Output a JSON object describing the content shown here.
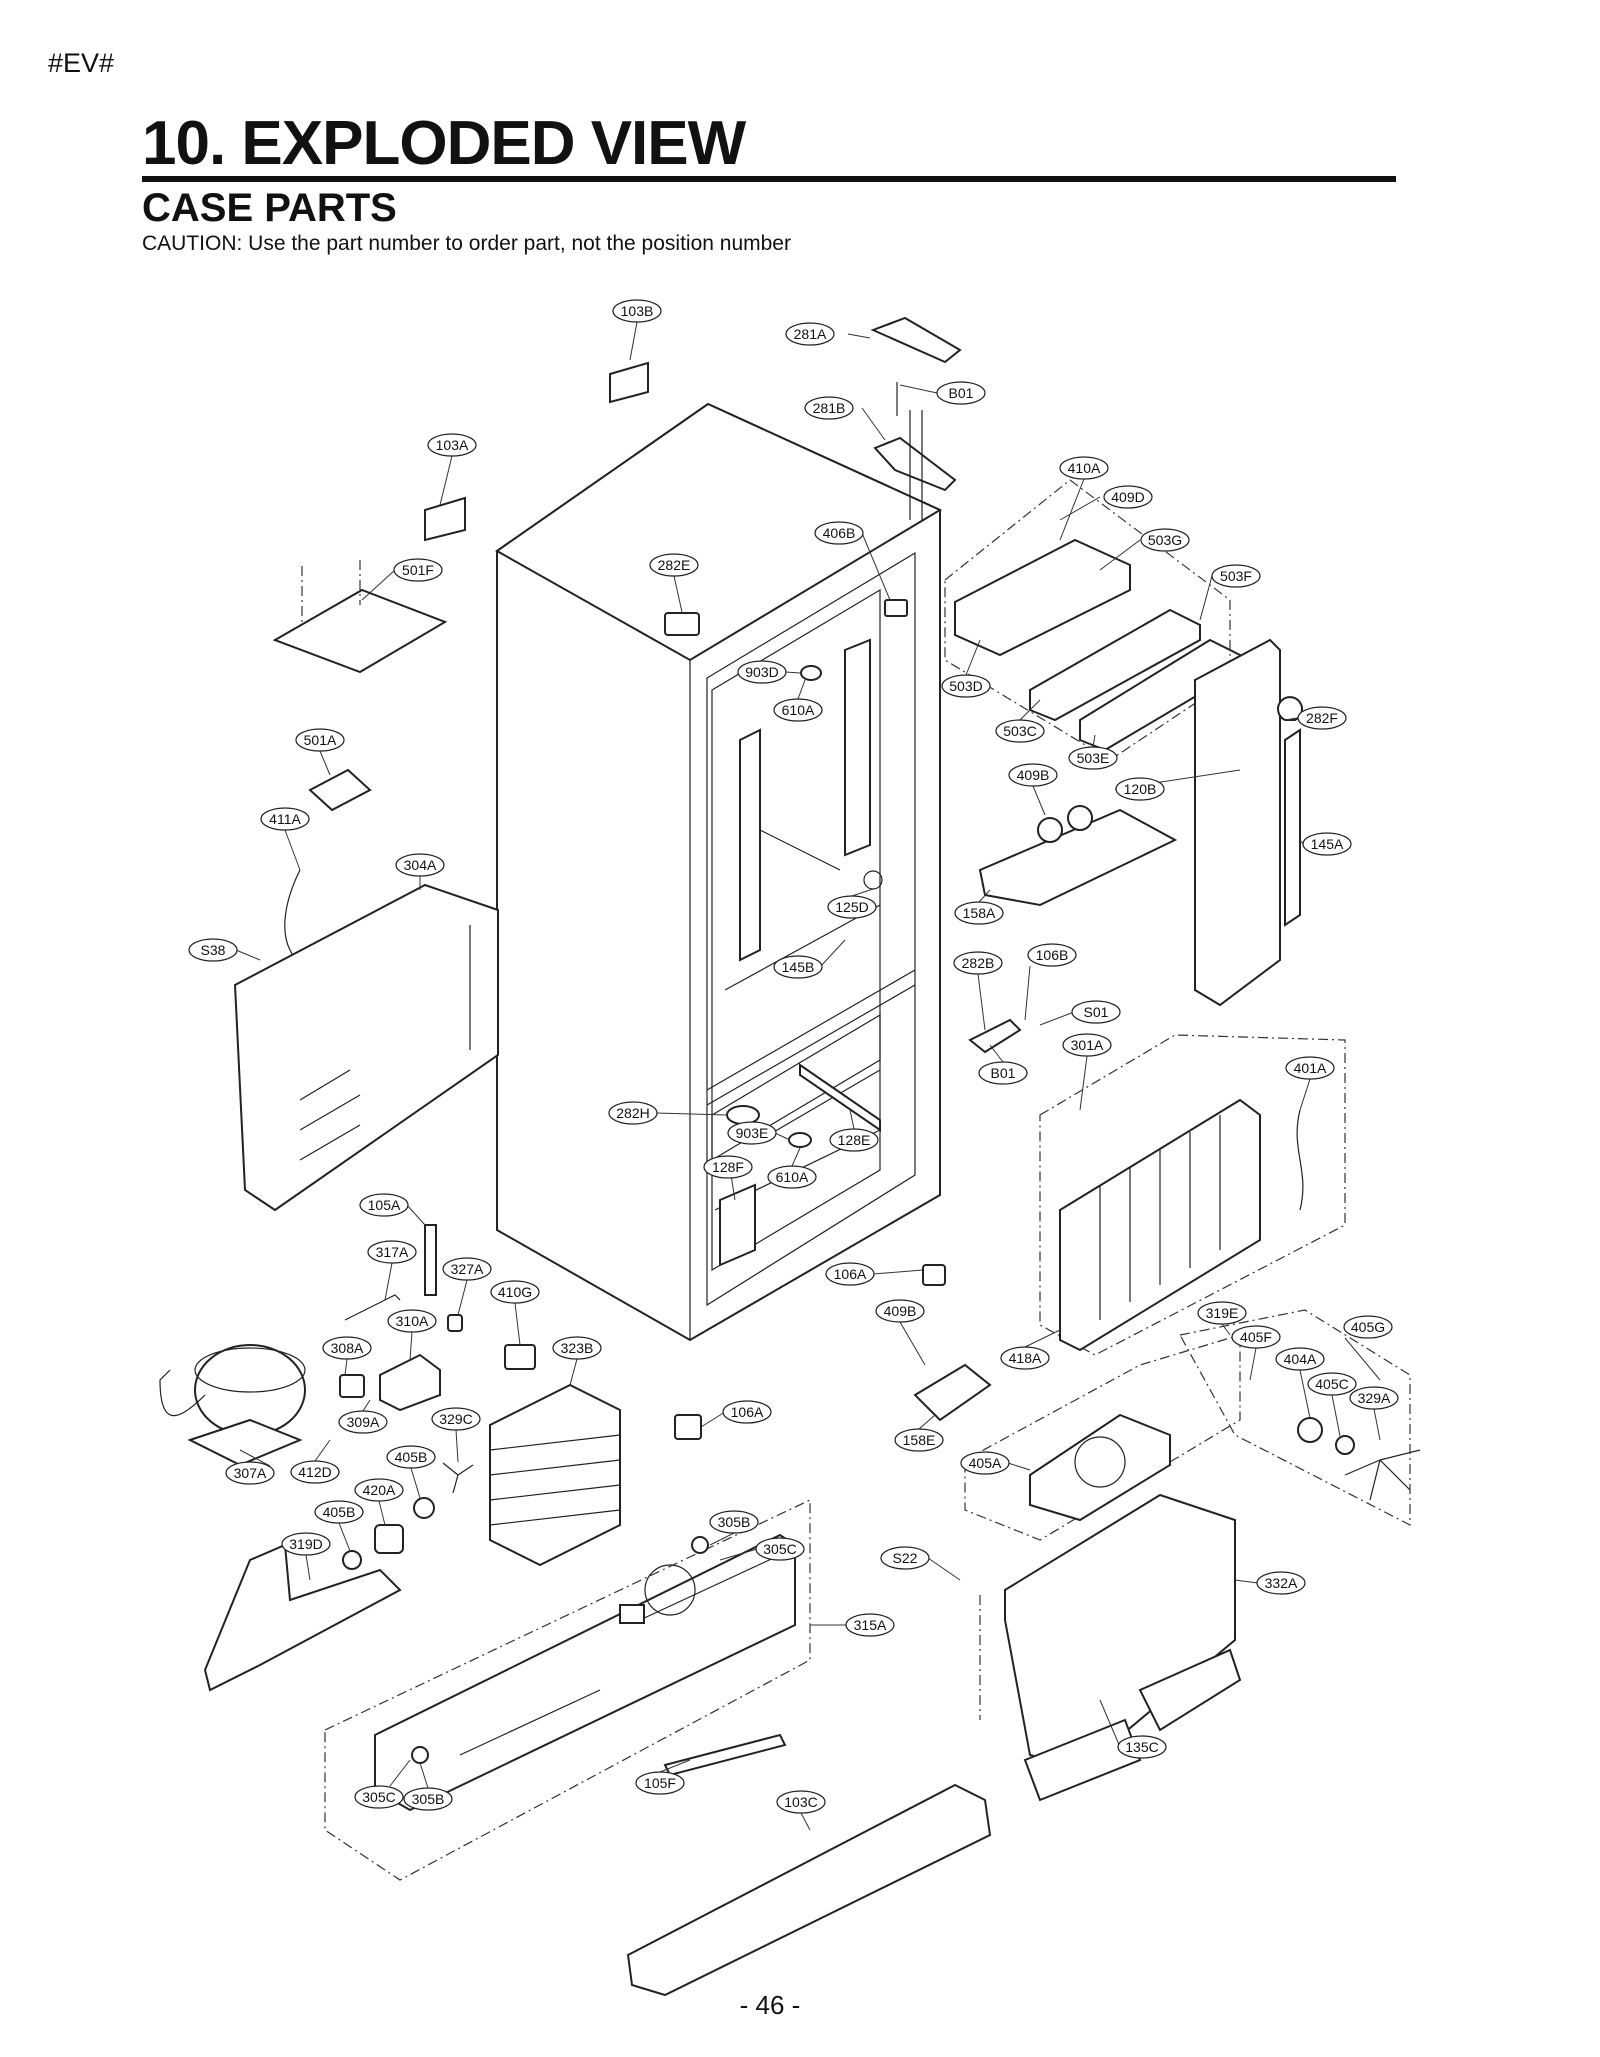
{
  "header": {
    "code": "#EV#",
    "title": "10. EXPLODED VIEW",
    "subtitle": "CASE PARTS",
    "caution": "CAUTION: Use the part number to order part, not the position number"
  },
  "footer": {
    "page_number": "- 46 -"
  },
  "labels": [
    "103B",
    "281A",
    "B01",
    "281B",
    "103A",
    "410A",
    "409D",
    "406B",
    "503G",
    "282E",
    "503F",
    "501F",
    "903D",
    "503D",
    "610A",
    "282F",
    "503C",
    "501A",
    "503E",
    "409B",
    "120B",
    "411A",
    "145A",
    "304A",
    "125D",
    "158A",
    "S38",
    "145B",
    "282B",
    "106B",
    "S01",
    "301A",
    "B01",
    "401A",
    "282H",
    "903E",
    "128E",
    "128F",
    "610A",
    "105A",
    "106A",
    "317A",
    "327A",
    "410G",
    "310A",
    "409B",
    "319E",
    "405F",
    "405G",
    "308A",
    "323B",
    "404A",
    "418A",
    "405C",
    "329A",
    "106A",
    "309A",
    "329C",
    "158E",
    "307A",
    "412D",
    "405B",
    "405A",
    "420A",
    "405B",
    "319D",
    "305B",
    "305C",
    "S22",
    "332A",
    "315A",
    "105F",
    "305C",
    "305B",
    "135C",
    "103C"
  ]
}
